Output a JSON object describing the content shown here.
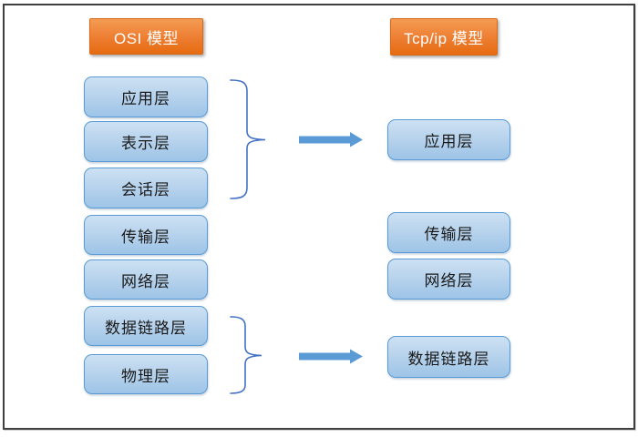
{
  "diagram": {
    "osi": {
      "title": "OSI 模型",
      "layers": [
        "应用层",
        "表示层",
        "会话层",
        "传输层",
        "网络层",
        "数据链路层",
        "物理层"
      ]
    },
    "tcpip": {
      "title": "Tcp/ip 模型",
      "layers": [
        "应用层",
        "传输层",
        "网络层",
        "数据链路层"
      ]
    },
    "groupings": [
      {
        "osi_layers": [
          "应用层",
          "表示层",
          "会话层"
        ],
        "maps_to": "应用层"
      },
      {
        "osi_layers": [
          "数据链路层",
          "物理层"
        ],
        "maps_to": "数据链路层"
      }
    ],
    "colors": {
      "header_orange": "#ed7d31",
      "layer_fill_light": "#cde1f3",
      "layer_fill_dark": "#9dc4e7",
      "layer_border": "#5b9bd5",
      "arrow_blue": "#5b9bd5",
      "brace_blue": "#4472c4",
      "frame_border": "#3f3f3f"
    }
  }
}
